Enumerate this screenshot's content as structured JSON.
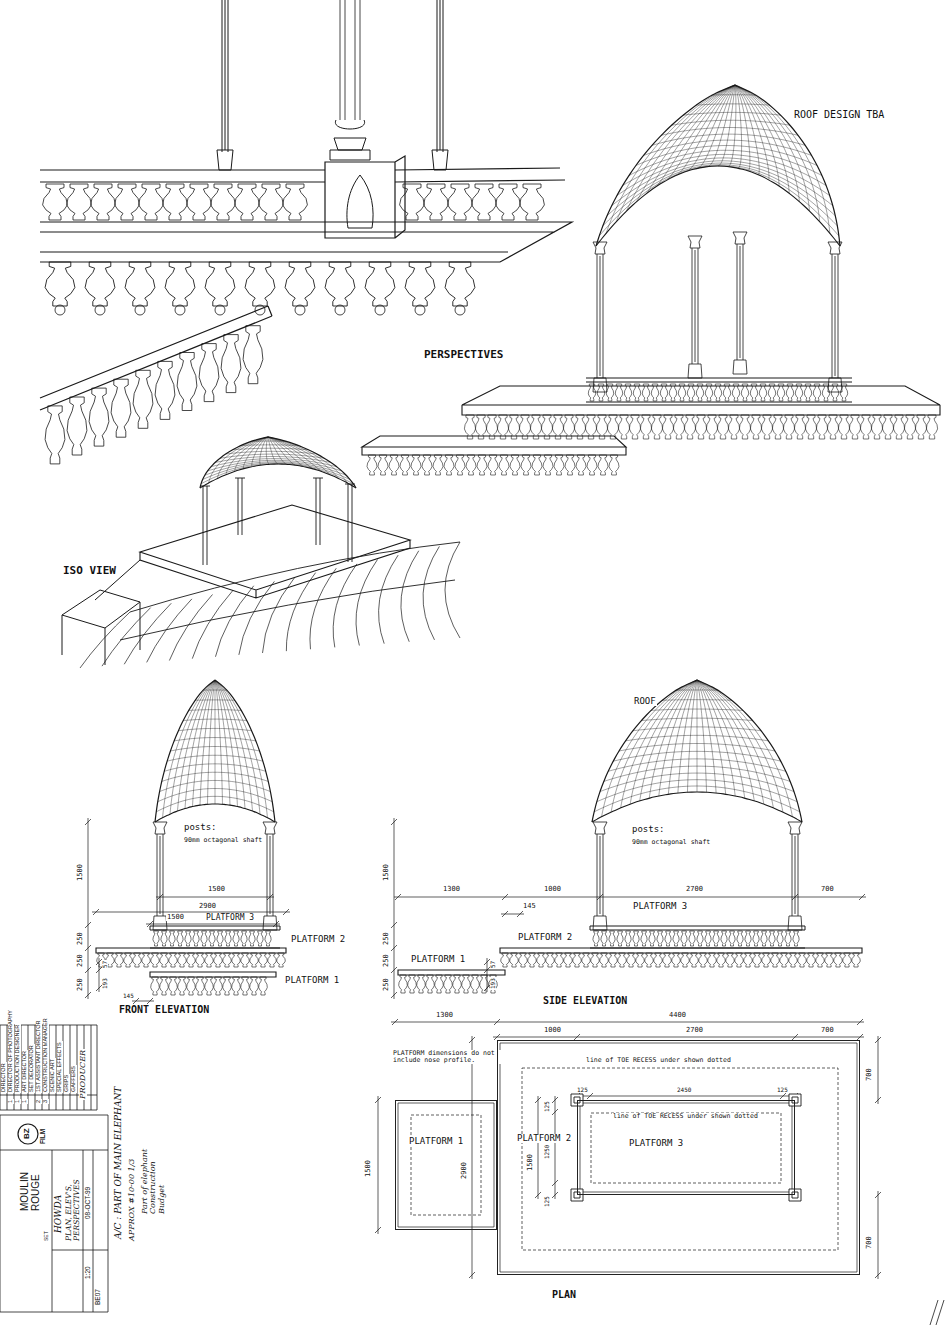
{
  "diagram": {
    "nodes": [
      {
        "text": [
          "PLATFORM 1"
        ]
      },
      {
        "text": [
          "PLATFORM 2"
        ]
      },
      {
        "text": [
          "PLATFORM 3"
        ],
        "in": 1
      }
    ],
    "labels": [
      "ROOF DESIGN TBA",
      "PERSPECTIVES",
      "ISO VIEW",
      "posts:",
      "90mm octagonal shaft",
      "1500",
      "1500",
      "2900",
      "1500",
      "PLATFORM 3",
      "PLATFORM 2",
      "250",
      "250",
      "250",
      "193",
      "57",
      "PLATFORM 1",
      "145",
      "FRONT ELEVATION",
      "ROOF",
      "posts:",
      "90mm octagonal shaft",
      "1500",
      "1300",
      "1000",
      "2700",
      "700",
      "PLATFORM 3",
      "145",
      "PLATFORM 2",
      "PLATFORM 1",
      "193",
      "57",
      "250",
      "250",
      "250",
      "SIDE ELEVATION",
      "1300",
      "4400",
      "1000",
      "2700",
      "700",
      "PLATFORM dimensions do not include nose profile.",
      "line of TOE RECESS under shown dotted",
      "125",
      "2450",
      "125",
      "700",
      "line of TOE RECESS under shown dotted",
      "1500",
      "2900",
      "1500",
      "125",
      "1250",
      "125",
      "700",
      "PLAN",
      "DIRECTOR",
      "DIRECTOR OF PHOTOGRAPHY",
      "PRODUCTION DESIGNER",
      "ART DIRECTOR",
      "SET DECORATOR",
      "1ST ASSISTANT DIRECTOR",
      "CONSTRUCTION MANAGER",
      "SCENIC ART",
      "SPECIAL EFFECTS",
      "GRIPS",
      "GAFFERS",
      "PRODUCER",
      "1",
      "1",
      "1",
      "2",
      "3",
      "BZ",
      "FILM",
      "MOULIN ROUGE",
      "SET",
      "HOWDA",
      "PLAN, ELEV'S, PERSPECTIVES",
      "08-OCT-99",
      "1:20",
      "BE07",
      "A/C : PART OF MAIN ELEPHANT",
      "APPROX #10-00 1/3",
      "Part of elephant Construction Budget"
    ]
  }
}
